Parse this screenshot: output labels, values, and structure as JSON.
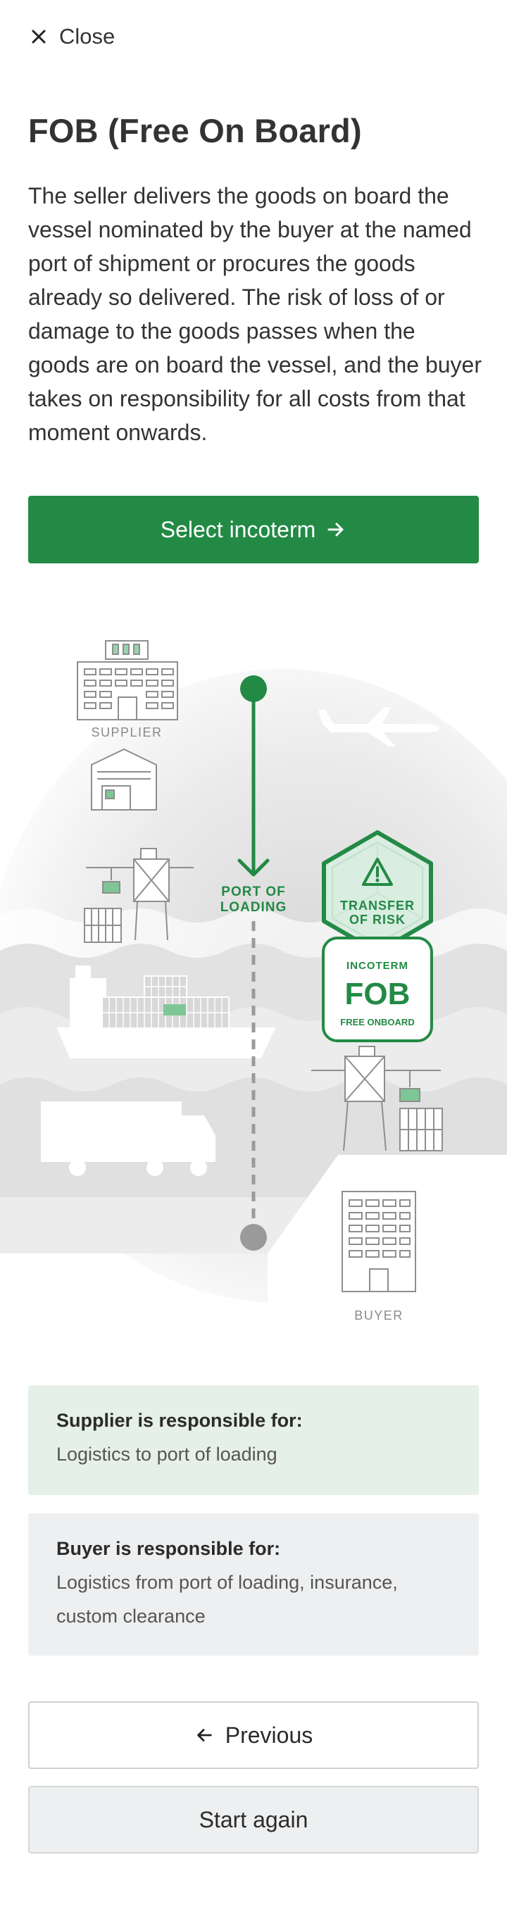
{
  "header": {
    "close_label": "Close"
  },
  "title": "FOB (Free On Board)",
  "description": "The seller delivers the goods on board the vessel nominated by the buyer at the named port of shipment or procures the goods already so delivered. The risk of loss of or damage to the goods passes when the goods are on board the vessel, and the buyer takes on responsibility for all costs from that moment onwards.",
  "primary_button": {
    "label": "Select incoterm"
  },
  "illustration": {
    "supplier_label": "SUPPLIER",
    "port_label_line1": "PORT OF",
    "port_label_line2": "LOADING",
    "risk_line1": "TRANSFER",
    "risk_line2": "OF RISK",
    "incoterm_label": "INCOTERM",
    "incoterm_code": "FOB",
    "incoterm_full": "FREE ONBOARD",
    "buyer_label": "BUYER"
  },
  "supplier_card": {
    "title": "Supplier is responsible for:",
    "text": "Logistics to port of loading"
  },
  "buyer_card": {
    "title": "Buyer is responsible for:",
    "text": "Logistics from port of loading, insurance, custom clearance"
  },
  "previous_button": {
    "label": "Previous"
  },
  "start_again_button": {
    "label": "Start again"
  },
  "colors": {
    "brand_green": "#228a45",
    "supplier_bg": "#e5f0e8",
    "buyer_bg": "#eeeff0"
  }
}
